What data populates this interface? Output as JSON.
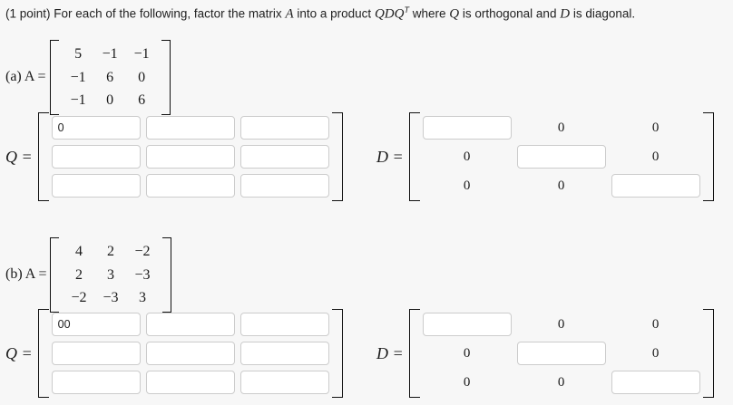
{
  "prompt": {
    "points": "(1 point)",
    "text_before": "For each of the following, factor the matrix",
    "matrix_a": "A",
    "text_mid": "into a product",
    "product": "QDQ",
    "product_sup": "T",
    "text_after_1": "where",
    "q": "Q",
    "text_after_2": "is orthogonal and",
    "d": "D",
    "text_after_3": "is diagonal."
  },
  "parts": [
    {
      "id": "a",
      "label": "(a) A =",
      "matrix": [
        [
          "5",
          "−1",
          "−1"
        ],
        [
          "−1",
          "6",
          "0"
        ],
        [
          "−1",
          "0",
          "6"
        ]
      ],
      "q_label": "Q =",
      "q_values": [
        "0",
        "",
        "",
        "",
        "",
        "",
        "",
        "",
        ""
      ],
      "d_label": "D =",
      "d_cells": [
        [
          "input",
          "zero",
          "zero"
        ],
        [
          "zero",
          "input",
          "zero"
        ],
        [
          "zero",
          "zero",
          "input"
        ]
      ],
      "d_zero": "0",
      "d_values": [
        "",
        "",
        ""
      ]
    },
    {
      "id": "b",
      "label": "(b) A =",
      "matrix": [
        [
          "4",
          "2",
          "−2"
        ],
        [
          "2",
          "3",
          "−3"
        ],
        [
          "−2",
          "−3",
          "3"
        ]
      ],
      "q_label": "Q =",
      "q_values": [
        "00",
        "",
        "",
        "",
        "",
        "",
        "",
        "",
        ""
      ],
      "d_label": "D =",
      "d_cells": [
        [
          "input",
          "zero",
          "zero"
        ],
        [
          "zero",
          "input",
          "zero"
        ],
        [
          "zero",
          "zero",
          "input"
        ]
      ],
      "d_zero": "0",
      "d_values": [
        "",
        "",
        ""
      ]
    }
  ],
  "colors": {
    "page_bg": "#f7f7f7",
    "input_border": "#cccccc",
    "input_bg": "#ffffff",
    "text": "#1a1a1a"
  }
}
